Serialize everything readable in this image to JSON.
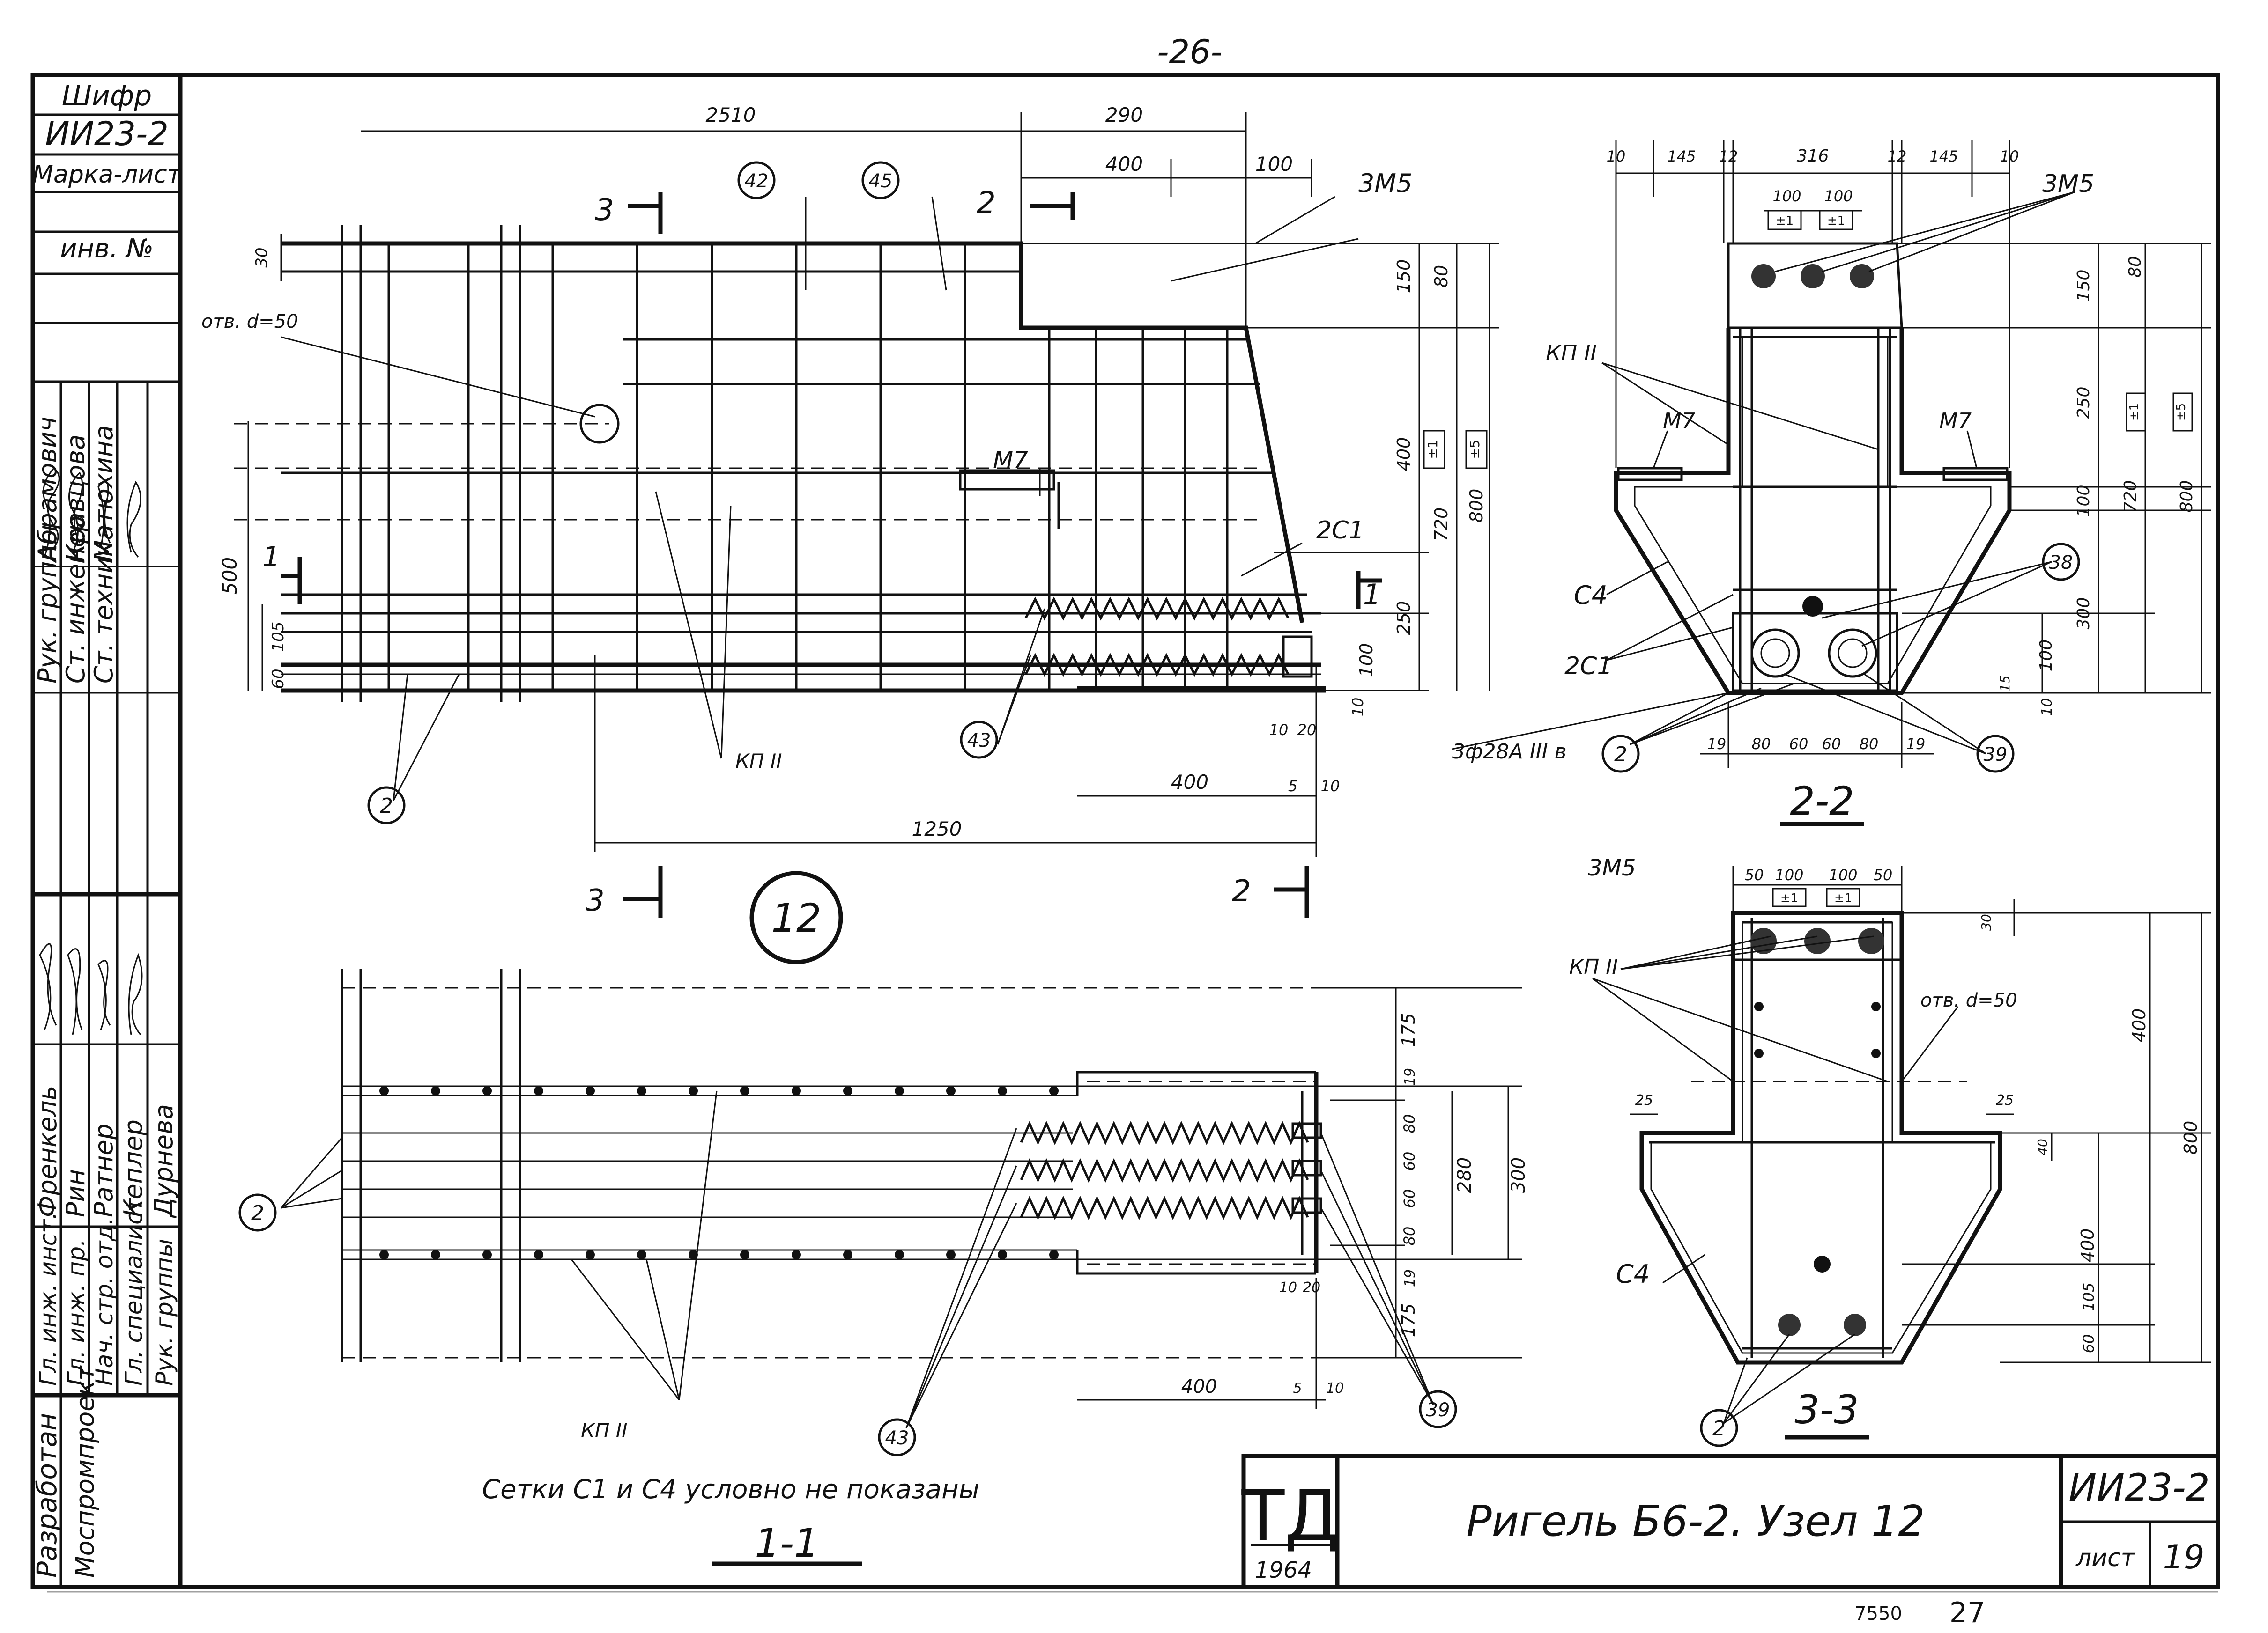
{
  "page": {
    "number": "-26-",
    "bottom_code_a": "7550",
    "bottom_code_b": "27"
  },
  "side_stamp": {
    "cipher_label": "Шифр",
    "cipher_value": "ИИ23-2",
    "mark_label": "Марка-лист",
    "inv_label": "инв. №",
    "roles_top": [
      "Рук. группы",
      "Ст. инженер",
      "Ст. техник"
    ],
    "names_top": [
      "Абрамович",
      "Кравцова",
      "Матюхина"
    ],
    "roles_bottom": [
      "Гл. инж. инст.",
      "Гл. инж. пр.",
      "Нач. стр. отд.",
      "Гл. специалист",
      "Рук. группы"
    ],
    "names_bottom": [
      "Френкель",
      "Рин",
      "Ратнер",
      "Кеплер",
      "Дурнева"
    ],
    "org_developed": "Разработан",
    "org_name": "Моспромпроект"
  },
  "title_block": {
    "logo": "ТД",
    "year": "1964",
    "title": "Ригель Б6-2.  Узел 12",
    "code": "ИИ23-2",
    "sheet_label": "лист",
    "sheet_number": "19"
  },
  "main_view": {
    "node_label": "12",
    "dims": [
      "2510",
      "290",
      "400",
      "100",
      "1250",
      "400",
      "400",
      "10",
      "20",
      "5",
      "10",
      "30",
      "500",
      "105",
      "60"
    ],
    "right_dims": [
      "150",
      "80",
      "400",
      "720",
      "800",
      "250",
      "100",
      "10"
    ],
    "tol": [
      "±1",
      "±5"
    ],
    "callouts": [
      "42",
      "45",
      "43",
      "2"
    ],
    "labels": {
      "m5": "3М5",
      "m7": "М7",
      "hole": "отв. d=50",
      "c21": "2С1",
      "kp": "КП II",
      "cut3": "3",
      "cut2": "2",
      "cut1": "1"
    }
  },
  "section_11": {
    "title": "1-1",
    "note": "Сетки С1 и С4 условно не показаны",
    "dims_right": [
      "175",
      "19",
      "80",
      "60",
      "60",
      "80",
      "19",
      "175",
      "280",
      "300"
    ],
    "dims_bottom": [
      "400",
      "5",
      "10",
      "10",
      "20"
    ],
    "callouts": [
      "2",
      "43",
      "39"
    ],
    "kp": "КП II"
  },
  "section_22": {
    "title": "2-2",
    "top_dims": [
      "10",
      "145",
      "12",
      "316",
      "12",
      "145",
      "10"
    ],
    "inner_dims": [
      "100",
      "100"
    ],
    "tol": [
      "±1",
      "±1",
      "±1",
      "±5"
    ],
    "right_dims": [
      "80",
      "150",
      "250",
      "720",
      "800",
      "100",
      "300",
      "100",
      "10",
      "15"
    ],
    "bottom_dims": [
      "19",
      "80",
      "60",
      "60",
      "80",
      "19"
    ],
    "labels": {
      "m5": "3М5",
      "kp": "КП II",
      "m7a": "М7",
      "m7b": "М7",
      "c4": "С4",
      "c21": "2С1",
      "bars": "3ф28А III в"
    },
    "callouts": [
      "38",
      "39",
      "2"
    ]
  },
  "section_33": {
    "title": "3-3",
    "top_dims": [
      "50",
      "100",
      "100",
      "50"
    ],
    "tol": [
      "±1",
      "±1"
    ],
    "right_dims": [
      "30",
      "400",
      "800",
      "25",
      "25",
      "40",
      "400",
      "105",
      "60"
    ],
    "labels": {
      "m5": "3М5",
      "kp": "КП II",
      "hole": "отв. d=50",
      "c4": "С4"
    },
    "callouts": [
      "2"
    ]
  }
}
